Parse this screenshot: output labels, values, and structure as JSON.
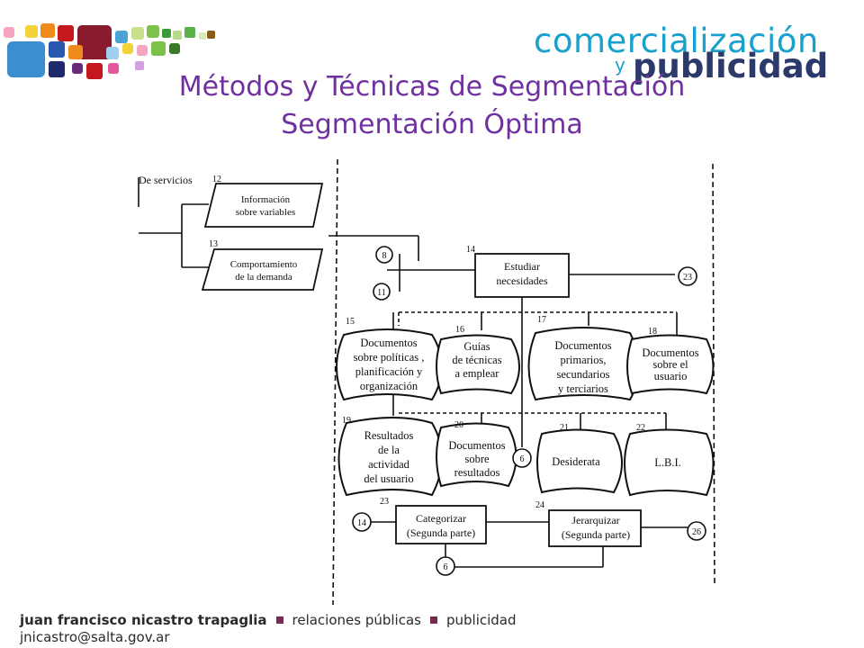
{
  "brand": {
    "line1": "comercialización",
    "connector": "y",
    "line2": "publicidad",
    "colors": {
      "primary": "#1aa0cc",
      "secondary": "#2c3a6b"
    }
  },
  "title": {
    "line1": "Métodos y Técnicas de Segmentación",
    "line2": "Segmentación Óptima",
    "color": "#7031a0"
  },
  "diagram": {
    "input_label": "De servicios",
    "nodes": [
      {
        "num": "12",
        "lines": [
          "Información",
          "sobre variables"
        ]
      },
      {
        "num": "13",
        "lines": [
          "Comportamiento",
          "de la demanda"
        ]
      },
      {
        "num": "14",
        "lines": [
          "Estudiar",
          "necesidades"
        ]
      },
      {
        "num": "15",
        "lines": [
          "Documentos",
          "sobre políticas ,",
          "planificación  y",
          "organización"
        ]
      },
      {
        "num": "16",
        "lines": [
          "Guías",
          "de técnicas",
          "a emplear"
        ]
      },
      {
        "num": "17",
        "lines": [
          "Documentos",
          "primarios,",
          "secundarios",
          "y terciarios"
        ]
      },
      {
        "num": "18",
        "lines": [
          "Documentos",
          "sobre el",
          "usuario"
        ]
      },
      {
        "num": "19",
        "lines": [
          "Resultados",
          "de la",
          "actividad",
          "del usuario"
        ]
      },
      {
        "num": "20",
        "lines": [
          "Documentos",
          "sobre",
          "resultados"
        ]
      },
      {
        "num": "21",
        "lines": [
          "Desiderata"
        ]
      },
      {
        "num": "22",
        "lines": [
          "L.B.I."
        ]
      },
      {
        "num": "23",
        "lines": [
          "Categorizar",
          "(Segunda parte)"
        ]
      },
      {
        "num": "24",
        "lines": [
          "Jerarquizar",
          "(Segunda parte)"
        ]
      }
    ],
    "connectors": [
      "8",
      "11",
      "23",
      "6",
      "14",
      "26",
      "6"
    ]
  },
  "footer": {
    "name": "juan francisco nicastro trapaglia",
    "area1": "relaciones públicas",
    "area2": "publicidad",
    "email": "jnicastro@salta.gov.ar",
    "separator_color": "#7a2a50"
  }
}
